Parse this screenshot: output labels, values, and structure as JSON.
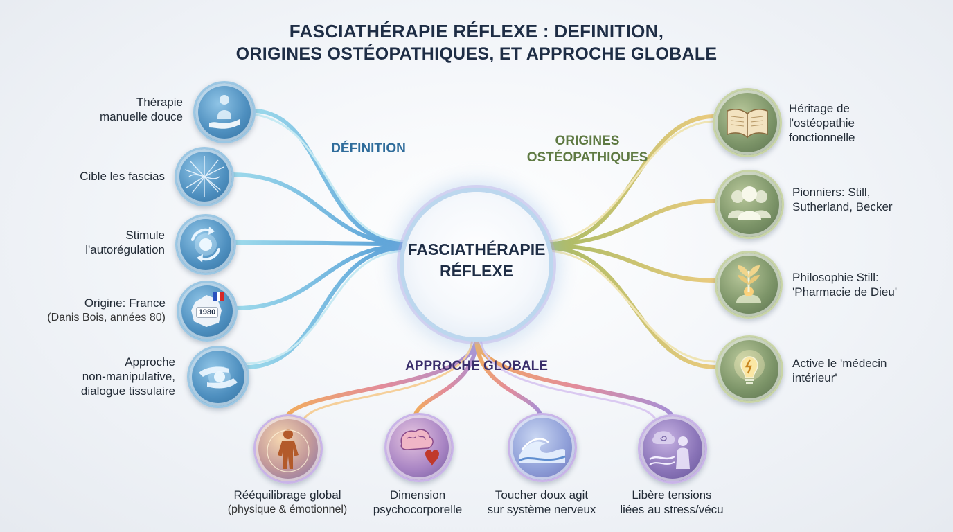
{
  "title": {
    "line1": "FASCIATHÉRAPIE RÉFLEXE : DEFINITION,",
    "line2": "ORIGINES OSTÉOPATHIQUES, ET APPROCHE GLOBALE"
  },
  "center": {
    "line1": "FASCIATHÉRAPIE",
    "line2": "RÉFLEXE"
  },
  "sections": {
    "definition": "DÉFINITION",
    "origines_line1": "ORIGINES",
    "origines_line2": "OSTÉOPATHIQUES",
    "approche": "APPROCHE GLOBALE"
  },
  "definition_items": [
    {
      "line1": "Thérapie",
      "line2": "manuelle douce",
      "icon": "hand-person-icon"
    },
    {
      "line1": "Cible les fascias",
      "line2": "",
      "icon": "fascia-web-icon"
    },
    {
      "line1": "Stimule",
      "line2": "l'autorégulation",
      "icon": "cycle-arrows-icon"
    },
    {
      "line1": "Origine: France",
      "line2": "(Danis Bois, années 80)",
      "icon": "france-map-icon",
      "badge": "1980"
    },
    {
      "line1": "Approche",
      "line2": "non-manipulative,",
      "line3": "dialogue tissulaire",
      "icon": "hands-dialogue-icon"
    }
  ],
  "origines_items": [
    {
      "line1": "Héritage de",
      "line2": "l'ostéopathie",
      "line3": "fonctionnelle",
      "icon": "open-book-icon"
    },
    {
      "line1": "Pionniers: Still,",
      "line2": "Sutherland, Becker",
      "icon": "pioneers-portraits-icon"
    },
    {
      "line1": "Philosophie Still:",
      "line2": "'Pharmacie de Dieu'",
      "icon": "plant-body-icon"
    },
    {
      "line1": "Active le 'médecin",
      "line2": "intérieur'",
      "icon": "lightbulb-icon"
    }
  ],
  "approche_items": [
    {
      "line1": "Rééquilibrage global",
      "line2": "(physique & émotionnel)",
      "icon": "body-silhouette-icon"
    },
    {
      "line1": "Dimension",
      "line2": "psychocorporelle",
      "icon": "brain-heart-icon"
    },
    {
      "line1": "Toucher doux agit",
      "line2": "sur système nerveux",
      "icon": "wave-icon"
    },
    {
      "line1": "Libère tensions",
      "line2": "liées au stress/vécu",
      "icon": "stress-release-icon"
    }
  ],
  "colors": {
    "definition": "#2f6c9b",
    "origines": "#5f7a43",
    "approche": "#3a2e6b",
    "title": "#1e2d45"
  }
}
